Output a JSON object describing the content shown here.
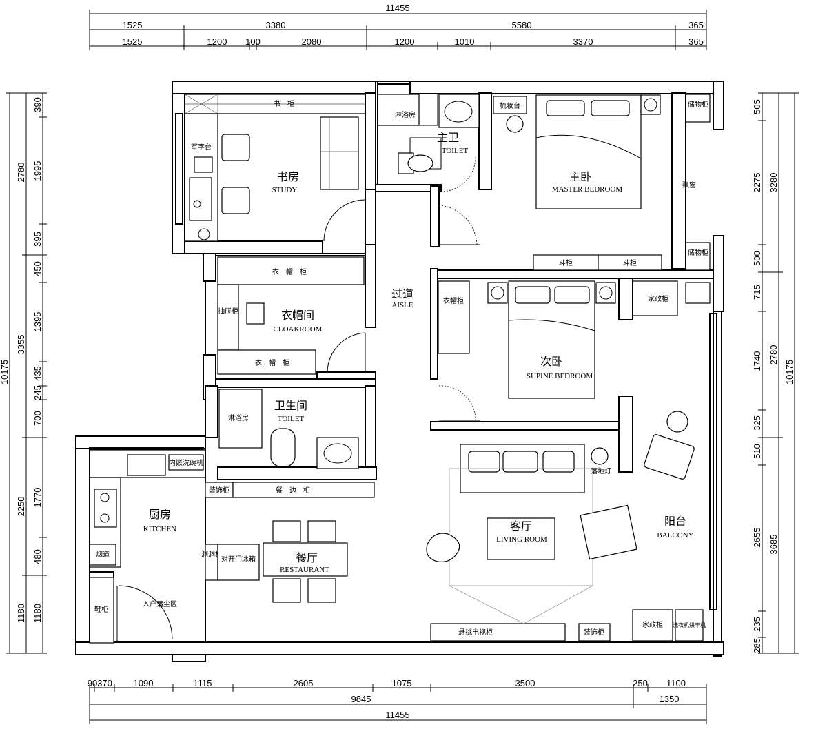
{
  "dimensions": {
    "top_total": "11455",
    "top_row1": [
      "1525",
      "3380",
      "5580",
      "365"
    ],
    "top_row2": [
      "1525",
      "1200",
      "100",
      "2080",
      "1200",
      "1010",
      "3370",
      "365"
    ],
    "bottom_row1": [
      "90",
      "370",
      "1090",
      "1115",
      "2605",
      "1075",
      "3500",
      "250",
      "1100"
    ],
    "bottom_row2": [
      "9845",
      "1350"
    ],
    "bottom_total": "11455",
    "left_outer": "10175",
    "left_mid": [
      "2780",
      "3355",
      "2250",
      "1180"
    ],
    "left_inner": [
      "390",
      "1995",
      "395",
      "450",
      "1395",
      "435",
      "245",
      "700",
      "1770",
      "480",
      "1180"
    ],
    "right_outer": "10175",
    "right_mid": [
      "3280",
      "2780",
      "3685"
    ],
    "right_inner": [
      "505",
      "2275",
      "500",
      "715",
      "1740",
      "325",
      "510",
      "2655",
      "235",
      "285"
    ]
  },
  "rooms": {
    "study": {
      "cn": "书房",
      "en": "STUDY"
    },
    "master_toilet": {
      "cn": "主卫",
      "en": "TOILET"
    },
    "master_bedroom": {
      "cn": "主卧",
      "en": "MASTER BEDROOM"
    },
    "cloakroom": {
      "cn": "衣帽间",
      "en": "CLOAKROOM"
    },
    "aisle": {
      "cn": "过道",
      "en": "AISLE"
    },
    "second_bedroom": {
      "cn": "次卧",
      "en": "SUPINE BEDROOM"
    },
    "toilet": {
      "cn": "卫生间",
      "en": "TOILET"
    },
    "kitchen": {
      "cn": "厨房",
      "en": "KITCHEN"
    },
    "restaurant": {
      "cn": "餐厅",
      "en": "RESTAURANT"
    },
    "living_room": {
      "cn": "客厅",
      "en": "LIVING ROOM"
    },
    "balcony": {
      "cn": "阳台",
      "en": "BALCONY"
    }
  },
  "labels": {
    "bookshelf": "书　柜",
    "shower1": "淋浴房",
    "dresser": "梳妆台",
    "storage1": "储物柜",
    "storage2": "储物柜",
    "bay_window": "飘窗",
    "chest": "斗柜",
    "chest2": "斗柜",
    "desk": "写字台",
    "wardrobe1": "衣　帽　柜",
    "wardrobe2": "衣　帽　柜",
    "drawer_cabinet": "抽屉柜",
    "closet_vertical": "衣帽柜",
    "housekeeping1": "家政柜",
    "shower2": "淋浴房",
    "dishwasher": "内嵌洗碗机",
    "deco_cabinet": "装饰柜",
    "sideboard": "餐　边　柜",
    "flue": "烟道",
    "hole_board": "洞洞板",
    "fridge": "对开门冰箱",
    "entry_area": "入户落尘区",
    "shoe_cabinet": "鞋柜",
    "tv_cabinet": "悬挑电视柜",
    "deco_cabinet2": "装饰柜",
    "housekeeping2": "家政柜",
    "washer": "洗衣机烘干机",
    "side_table": "落地灯"
  }
}
